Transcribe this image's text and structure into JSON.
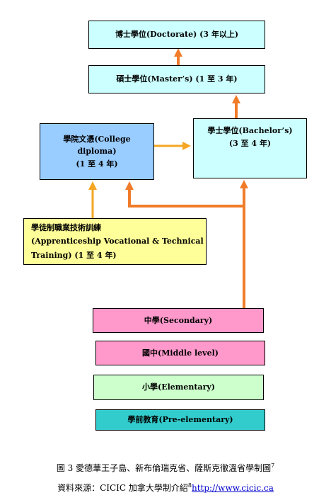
{
  "boxes": {
    "doctorate": "博士學位(Doctorate) (3 年以上)",
    "masters": "碩士學位(Master’s) (1 至 3 年)",
    "college": [
      "學院文憑(College",
      "diploma)",
      "(1 至 4 年)"
    ],
    "bachelor": [
      "學士學位(Bachelor’s)",
      "(3 至 4 年)"
    ],
    "apprenticeship": [
      "學徒制職業技術訓練",
      "(Apprenticeship Vocational & Technical",
      "Training) (1 至 4 年)"
    ],
    "secondary": "中學(Secondary)",
    "middle": "國中(Middle level)",
    "elementary": "小學(Elementary)",
    "pre_elementary": "學前教育(Pre-elementary)"
  },
  "caption": {
    "figure": "圖 3  愛德華王子島、新布倫瑞克省、薩斯克徹溫省學制圖",
    "figure_note": "7",
    "source_prefix": "資料來源：CICIC 加拿大學制介紹",
    "source_note": "8",
    "source_url": "http://www.cicic.ca"
  },
  "colors": {
    "arrow_orange": "#f07c2a",
    "arrow_light_orange": "#f5a623",
    "doctorate_masters_bachelor": "#ccffff",
    "college": "#99ccff",
    "apprenticeship": "#ffff99",
    "secondary_middle": "#ff99cc",
    "elementary": "#ccffcc",
    "pre_elementary": "#33cccc"
  }
}
